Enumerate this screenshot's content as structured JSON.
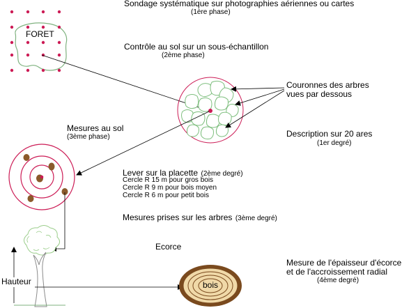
{
  "phase1": {
    "title": "Sondage systématique sur photographies aériennes ou cartes",
    "sub": "(1ère phase)"
  },
  "forest_label": "FORET",
  "phase2": {
    "title": "Contrôle au sol sur un sous-échantillon",
    "sub": "(2ème phase)"
  },
  "crowns": {
    "line1": "Couronnes des arbres",
    "line2": "vues par dessous"
  },
  "phase3": {
    "title": "Mesures au sol",
    "sub": "(3ème phase)"
  },
  "description": {
    "title": "Description sur 20 ares",
    "sub": "(1er degré)"
  },
  "plot": {
    "title": "Lever sur la placette",
    "title_sub": "(2ème degré)",
    "circles": [
      "Cercle R  15 m pour gros bois",
      "Cercle R   9 m pour bois moyen",
      "Cercle R   6 m pour petit bois"
    ]
  },
  "tree_measures": {
    "title": "Mesures prises sur les arbres",
    "sub": "(3ème degré)"
  },
  "bark_label": "Ecorce",
  "bark_measure": {
    "line1": "Mesure de l'épaisseur d'écorce",
    "line2": "et de l'accroissement radial",
    "sub": "(4ème degré)"
  },
  "height_label": "Hauteur",
  "wood_label": "bois",
  "colors": {
    "dot": "#cc1b55",
    "forest": "#7fb27f",
    "crown": "#7fbf7f",
    "stem": "#8b5a2b",
    "wood": "#f0d9a8"
  }
}
